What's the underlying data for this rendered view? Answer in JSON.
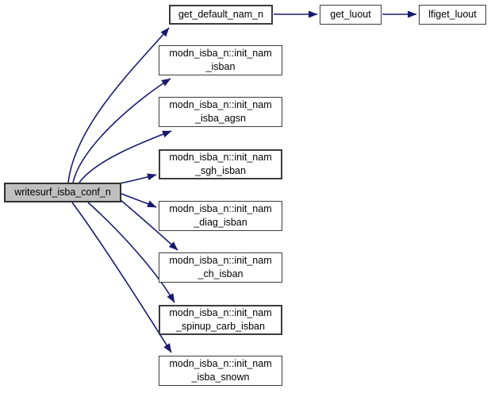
{
  "diagram": {
    "kind": "call-graph",
    "colors": {
      "edge": "#191970",
      "node_fill": "#ffffff",
      "root_fill": "#bfbfbf",
      "node_border": "#3c3c3c",
      "text": "#000000",
      "background": "#ffffff"
    },
    "nodes": {
      "root": {
        "label": "writesurf_isba_conf_n",
        "lines": [
          "writesurf_isba_conf_n"
        ]
      },
      "get_default_nam_n": {
        "label": "get_default_nam_n",
        "lines": [
          "get_default_nam_n"
        ]
      },
      "get_luout": {
        "label": "get_luout",
        "lines": [
          "get_luout"
        ]
      },
      "lfiget_luout": {
        "label": "lfiget_luout",
        "lines": [
          "lfiget_luout"
        ]
      },
      "init_nam_isban": {
        "label": "modn_isba_n::init_nam_isban",
        "lines": [
          "modn_isba_n::init_nam",
          "_isban"
        ]
      },
      "init_nam_isba_agsn": {
        "label": "modn_isba_n::init_nam_isba_agsn",
        "lines": [
          "modn_isba_n::init_nam",
          "_isba_agsn"
        ]
      },
      "init_nam_sgh_isban": {
        "label": "modn_isba_n::init_nam_sgh_isban",
        "lines": [
          "modn_isba_n::init_nam",
          "_sgh_isban"
        ]
      },
      "init_nam_diag_isban": {
        "label": "modn_isba_n::init_nam_diag_isban",
        "lines": [
          "modn_isba_n::init_nam",
          "_diag_isban"
        ]
      },
      "init_nam_ch_isban": {
        "label": "modn_isba_n::init_nam_ch_isban",
        "lines": [
          "modn_isba_n::init_nam",
          "_ch_isban"
        ]
      },
      "init_nam_spinup_carb_isban": {
        "label": "modn_isba_n::init_nam_spinup_carb_isban",
        "lines": [
          "modn_isba_n::init_nam",
          "_spinup_carb_isban"
        ]
      },
      "init_nam_isba_snown": {
        "label": "modn_isba_n::init_nam_isba_snown",
        "lines": [
          "modn_isba_n::init_nam",
          "_isba_snown"
        ]
      }
    },
    "edges": [
      {
        "from": "writesurf_isba_conf_n",
        "to": "get_default_nam_n"
      },
      {
        "from": "get_default_nam_n",
        "to": "get_luout"
      },
      {
        "from": "get_luout",
        "to": "lfiget_luout"
      },
      {
        "from": "writesurf_isba_conf_n",
        "to": "modn_isba_n::init_nam_isban"
      },
      {
        "from": "writesurf_isba_conf_n",
        "to": "modn_isba_n::init_nam_isba_agsn"
      },
      {
        "from": "writesurf_isba_conf_n",
        "to": "modn_isba_n::init_nam_sgh_isban"
      },
      {
        "from": "writesurf_isba_conf_n",
        "to": "modn_isba_n::init_nam_diag_isban"
      },
      {
        "from": "writesurf_isba_conf_n",
        "to": "modn_isba_n::init_nam_ch_isban"
      },
      {
        "from": "writesurf_isba_conf_n",
        "to": "modn_isba_n::init_nam_spinup_carb_isban"
      },
      {
        "from": "writesurf_isba_conf_n",
        "to": "modn_isba_n::init_nam_isba_snown"
      }
    ]
  }
}
